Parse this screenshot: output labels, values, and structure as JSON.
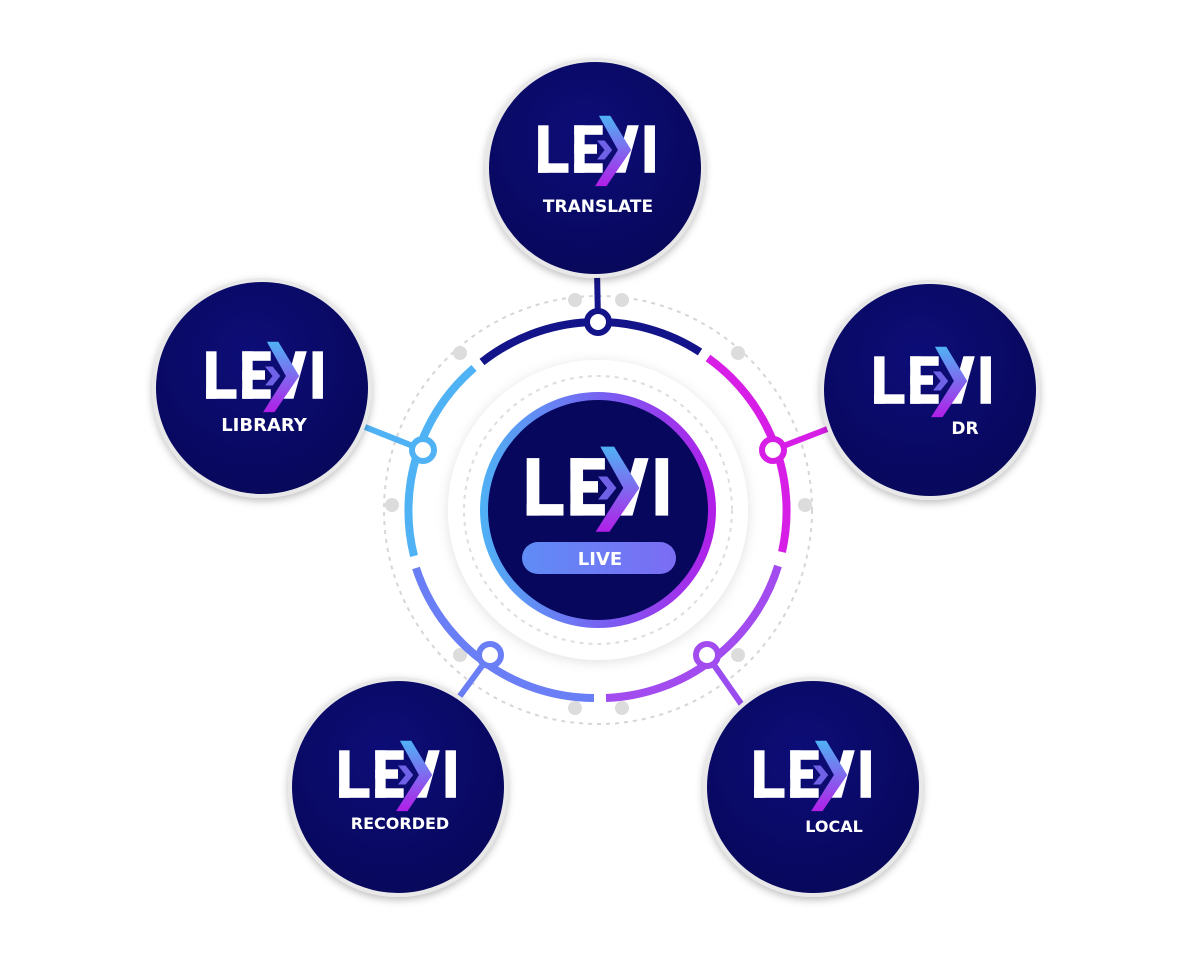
{
  "brand": "LEXI",
  "center": {
    "brand": "LEXI",
    "label": "LIVE"
  },
  "nodes": [
    {
      "id": "translate",
      "brand": "LEXI",
      "label": "TRANSLATE"
    },
    {
      "id": "library",
      "brand": "LEXI",
      "label": "LIBRARY"
    },
    {
      "id": "dr",
      "brand": "LEXI",
      "label": "DR"
    },
    {
      "id": "recorded",
      "brand": "LEXI",
      "label": "RECORDED"
    },
    {
      "id": "local",
      "brand": "LEXI",
      "label": "LOCAL"
    }
  ],
  "colors": {
    "node_fill": "#0a0a6b",
    "ring_top": "#14148a",
    "ring_right": "#d61ee6",
    "ring_bottom_right": "#a24cf0",
    "ring_bottom_left": "#6a7ef5",
    "ring_left": "#4fb2f5",
    "live_pill": "#6b7cf6",
    "dots": "#dcdcdc"
  }
}
